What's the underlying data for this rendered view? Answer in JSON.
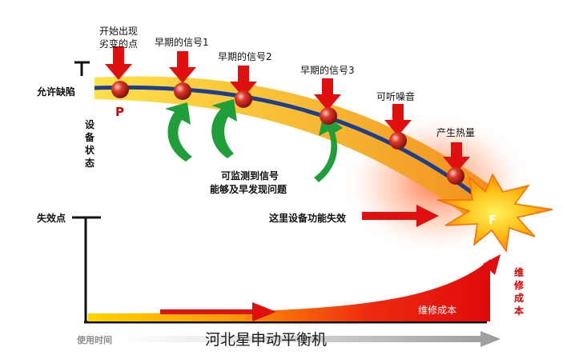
{
  "labels": {
    "onset": [
      "开始出现",
      "劣变的点"
    ],
    "signal1": "早期的信号1",
    "signal2": "早期的信号2",
    "signal3": "早期的信号3",
    "audible_noise": "可听噪音",
    "heat": "产生热量",
    "allowable_defect": "允许缺陷",
    "equipment_state": [
      "设",
      "备",
      "状",
      "态"
    ],
    "monitor_note": [
      "可监测到信号",
      "能够及早发现问题"
    ],
    "p_marker": "P",
    "f_marker": "F",
    "failure_point": "失效点",
    "function_loss": "这里设备功能失效",
    "maintenance_cost": "维修成本",
    "maintenance_cost_axis": [
      "维",
      "修",
      "成",
      "本"
    ],
    "usage_time": "使用时间"
  },
  "caption": "河北星申动平衡机",
  "colors": {
    "band_orange": "#f5a623",
    "band_yellow": "#ffe14a",
    "curve_blue": "#1c3f8f",
    "arrow_red": "#e01010",
    "arrow_green": "#1f9e3a",
    "text_red": "#d40000",
    "axis_grey": "#9a9a9a"
  }
}
